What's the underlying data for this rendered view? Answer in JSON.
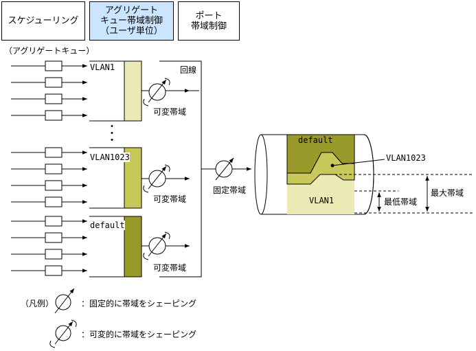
{
  "tabs": [
    {
      "label": "スケジューリング"
    },
    {
      "lines": [
        "アグリゲート",
        "キュー帯域制御",
        "（ユーザ単位）"
      ]
    },
    {
      "lines": [
        "ポート",
        "帯域制御"
      ]
    }
  ],
  "labels": {
    "aggregate_queue": "（アグリゲートキュー）",
    "vlan1": "VLAN1",
    "vlan1023": "VLAN1023",
    "default": "default",
    "line": "回線",
    "variable_bw": "可変帯域",
    "fixed_bw": "固定帯域",
    "pipe_default": "default",
    "pipe_vlan1023": "VLAN1023",
    "pipe_vlan1": "VLAN1",
    "min_bw": "最低帯域",
    "max_bw": "最大帯域",
    "ellipsis": "・\n・\n・"
  },
  "legend": {
    "title": "（凡例）",
    "fixed": "：固定的に帯域をシェーピング",
    "variable": "：可変的に帯域をシェーピング"
  },
  "colors": {
    "vlan1": "#ebeab5",
    "vlan1023": "#c8c85a",
    "default": "#9a9a2c",
    "active_tab": "#cce5ff"
  }
}
